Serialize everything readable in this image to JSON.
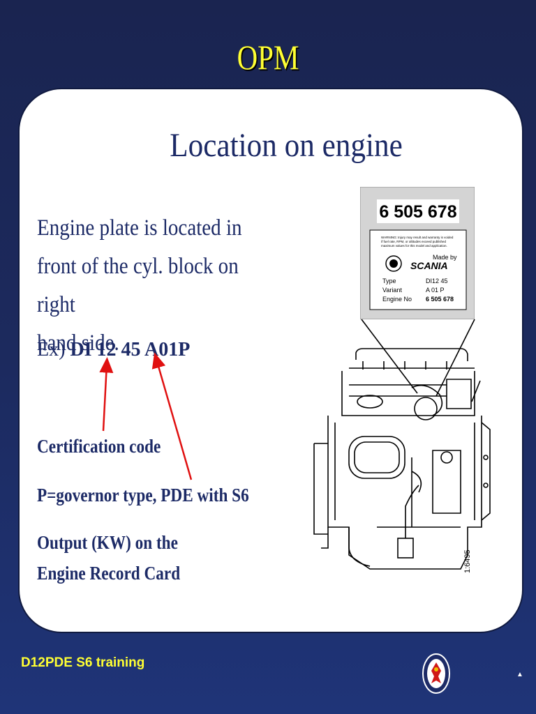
{
  "slide": {
    "title": "OPM",
    "panel_title": "Location on engine",
    "body_lines": [
      "Engine plate is located in",
      "front of the cyl. block on right",
      "hand side."
    ],
    "example_prefix": "Ex)",
    "example_code": "DI 12 45 A01P",
    "labels": {
      "certification": "Certification code",
      "governor": "P=governor type, PDE with S6",
      "output_line1": "Output (KW) on the",
      "output_line2": "Engine Record Card"
    }
  },
  "plate": {
    "number": "6 505 678",
    "warning_lines": [
      "WARNING: Injury may result and warranty is voided",
      "if fuel rate, RPM, or altitudes exceed published",
      "maximum values for this model and application."
    ],
    "made_by": "Made by",
    "brand": "SCANIA",
    "rows": [
      {
        "key": "Type",
        "value": "DI12 45"
      },
      {
        "key": "Variant",
        "value": "A 01 P"
      },
      {
        "key": "Engine No",
        "value": "6 505 678"
      }
    ]
  },
  "drawing_ref": "1:6495",
  "footer": {
    "text": "D12PDE S6 training",
    "arrow": "▲"
  },
  "colors": {
    "title_yellow": "#ffff33",
    "text_navy": "#1c2a66",
    "arrow_red": "#e01010"
  }
}
